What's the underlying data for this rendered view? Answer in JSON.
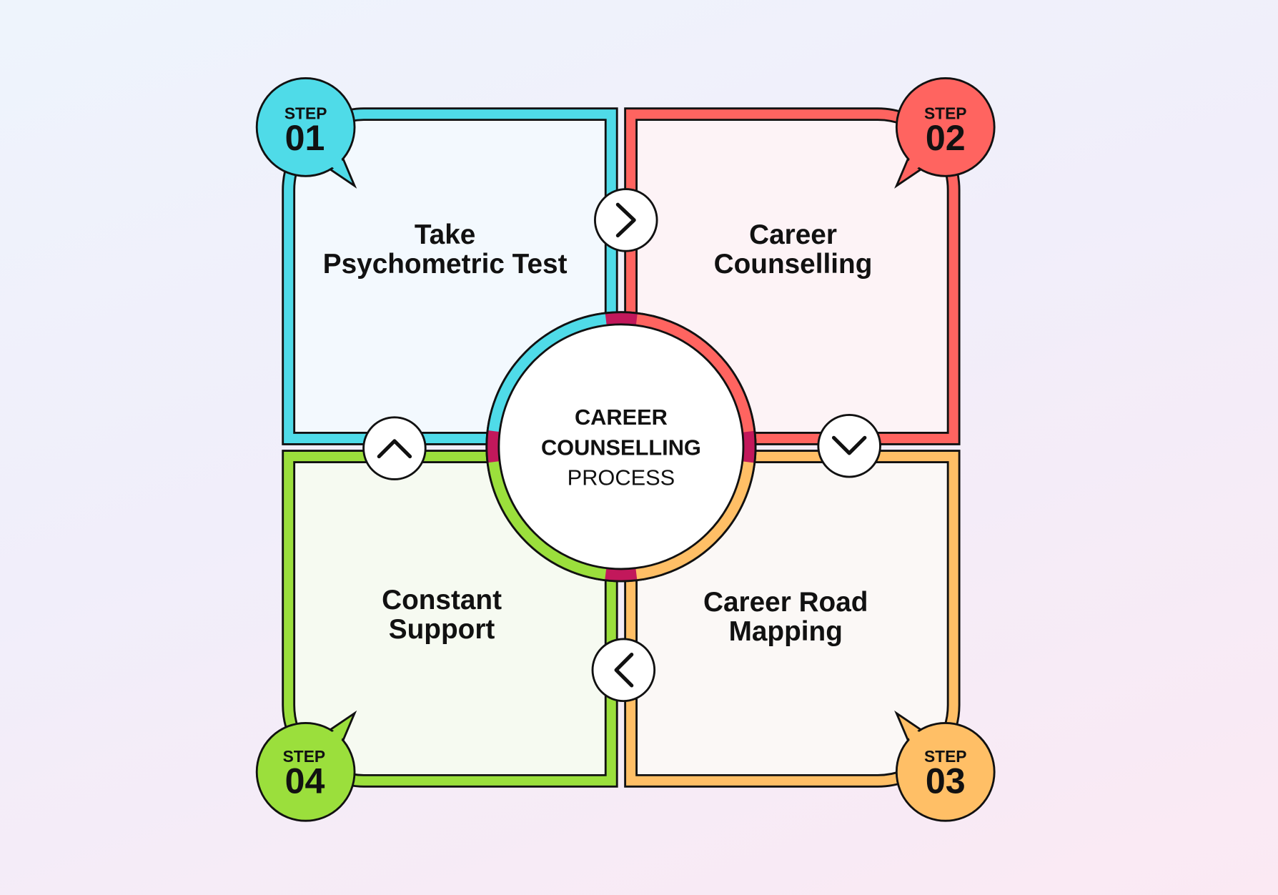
{
  "colors": {
    "step1": "#4fdbe8",
    "step2": "#ff6460",
    "step3": "#ffbf66",
    "step4": "#9bdf3c",
    "joint": "#c2185b",
    "step1_bg": "#f3f9fe",
    "step2_bg": "#fdf3f6",
    "step3_bg": "#fbf8f6",
    "step4_bg": "#f6faf1"
  },
  "center": {
    "line1": "CAREER",
    "line2": "COUNSELLING",
    "line3": "PROCESS"
  },
  "steps": [
    {
      "label": "STEP",
      "number": "01",
      "title_line1": "Take",
      "title_line2": "Psychometric Test"
    },
    {
      "label": "STEP",
      "number": "02",
      "title_line1": "Career",
      "title_line2": "Counselling"
    },
    {
      "label": "STEP",
      "number": "03",
      "title_line1": "Career Road",
      "title_line2": "Mapping"
    },
    {
      "label": "STEP",
      "number": "04",
      "title_line1": "Constant",
      "title_line2": "Support"
    }
  ],
  "arrows": [
    "chevron-right",
    "chevron-down",
    "chevron-left",
    "chevron-up"
  ]
}
